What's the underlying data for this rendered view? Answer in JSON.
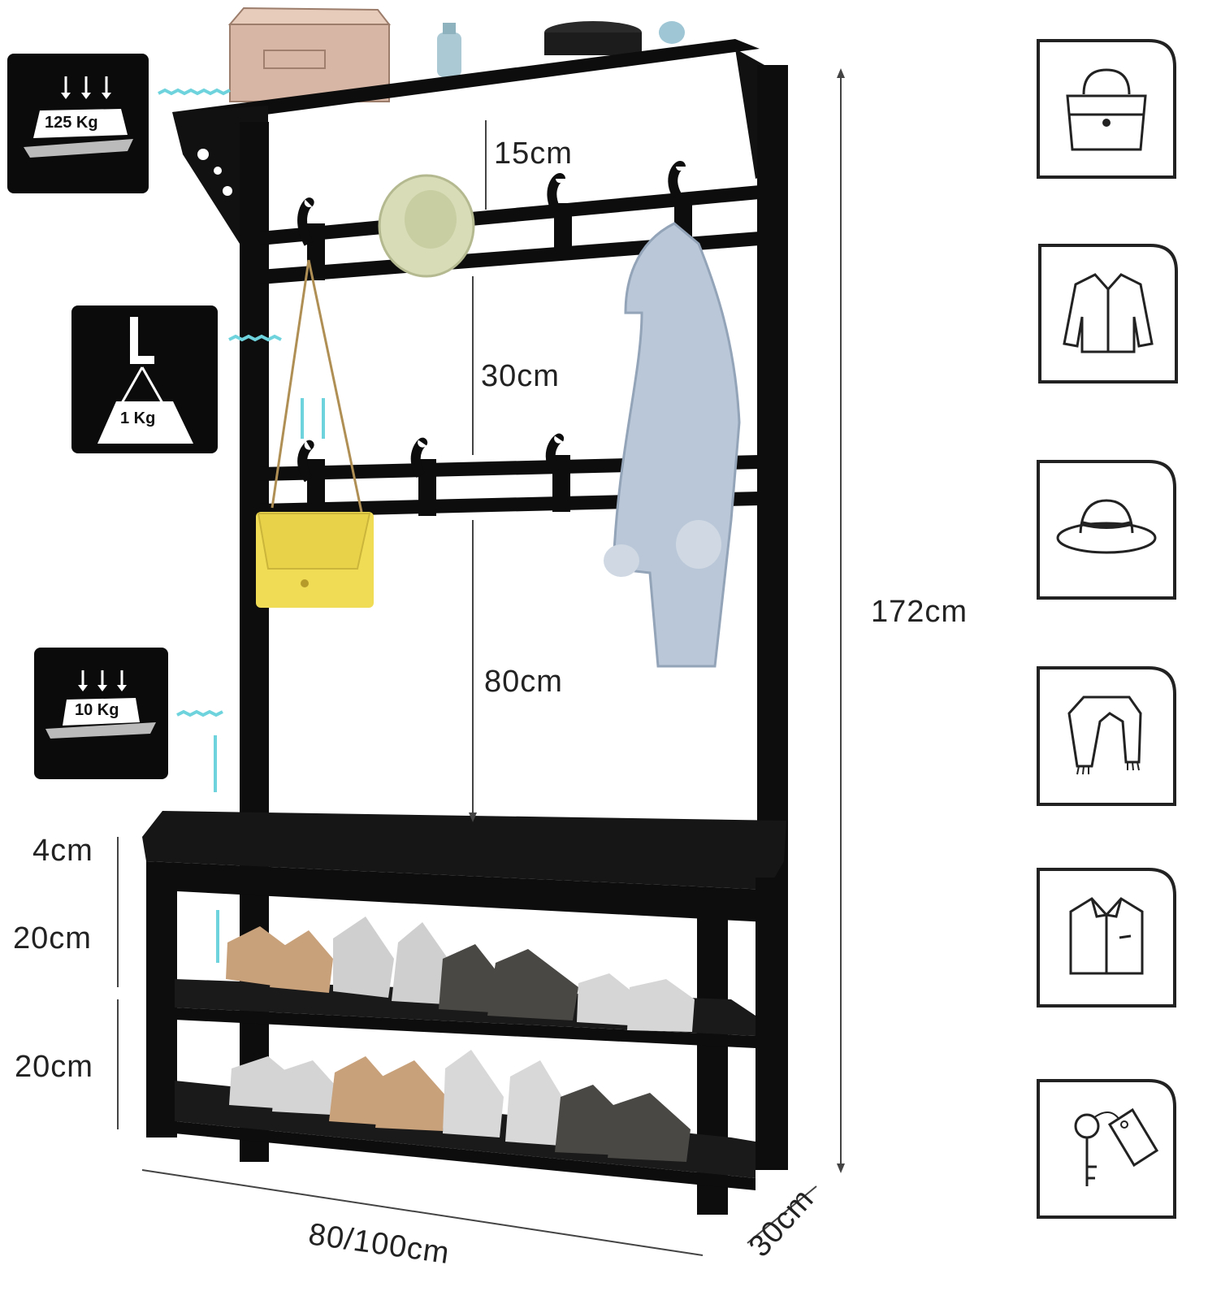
{
  "dimensions": {
    "top_gap": "15cm",
    "hook_gap": "30cm",
    "rail_to_bench": "80cm",
    "cushion": "4cm",
    "shelf_1": "20cm",
    "shelf_2": "20cm",
    "total_height": "172cm",
    "width": "80/100cm",
    "depth": "30cm"
  },
  "load_badges": {
    "top_shelf": "125 Kg",
    "hook": "1 Kg",
    "bench": "10 Kg"
  },
  "icons": [
    "handbag-icon",
    "jacket-icon",
    "hat-icon",
    "scarf-icon",
    "shirt-icon",
    "keys-icon"
  ],
  "colors": {
    "frame": "#0d0d0d",
    "accent": "#6ed3dc",
    "bag": "#f0dc55",
    "coat": "#b9c7d8",
    "hat": "#d9ddb7"
  }
}
